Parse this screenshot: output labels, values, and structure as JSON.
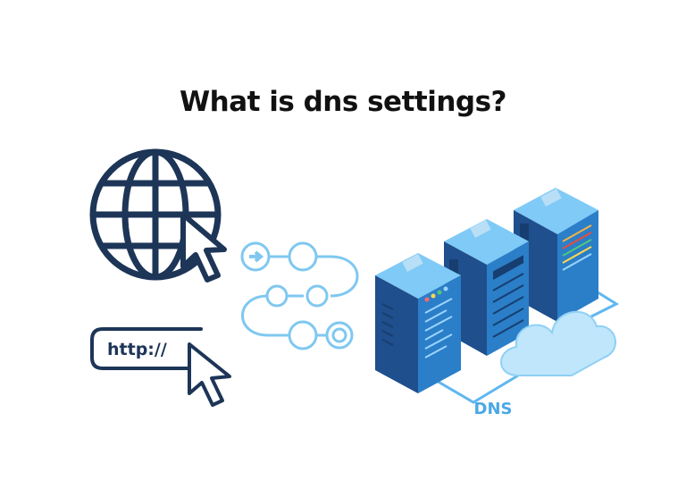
{
  "title": "What is dns settings?",
  "url_bar_text": "http://",
  "dns_label": "DNS",
  "icons": [
    "globe-icon",
    "cursor-arrow-icon",
    "route-path-icon",
    "server-rack-icon",
    "cloud-icon"
  ],
  "colors": {
    "navy": "#1d3557",
    "route": "#7fc8f0",
    "server_dark": "#1f4f8c",
    "server_blue": "#2b7ec8",
    "server_light": "#5fb7f0",
    "cloud": "#bfe6fb",
    "dns_text": "#4aa8e6"
  }
}
